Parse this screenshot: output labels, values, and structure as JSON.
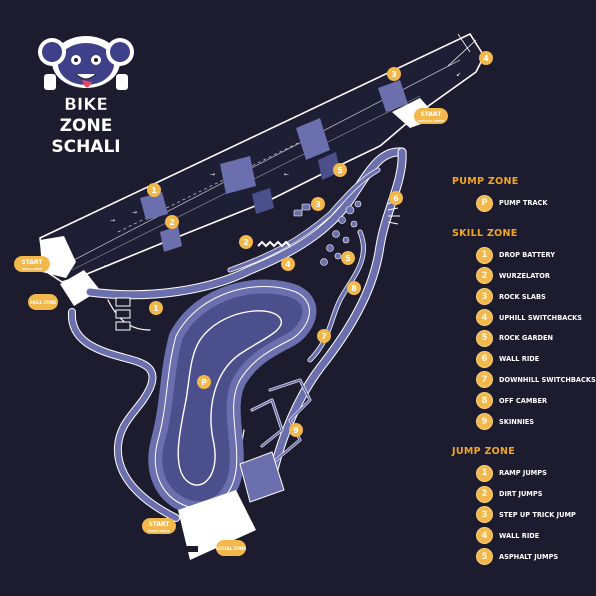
{
  "logo": {
    "line1": "BIKE",
    "line2": "ZONE",
    "line3": "SCHALI"
  },
  "map_labels": {
    "start_top": "START",
    "start_top_sub": "ASPHALT JUMPS",
    "start_left": "START",
    "start_left_sub": "SKILL ZONE",
    "skill_zone": "SKILL ZONE",
    "start_bottom": "START",
    "start_bottom_sub": "PUMP TRACK",
    "social_zone": "SOCIAL ZONE"
  },
  "pump_zone": {
    "title": "PUMP ZONE",
    "items": [
      {
        "badge": "P",
        "label": "PUMP TRACK"
      }
    ]
  },
  "skill_zone": {
    "title": "SKILL ZONE",
    "items": [
      {
        "badge": "1",
        "label": "DROP BATTERY"
      },
      {
        "badge": "2",
        "label": "WURZELATOR"
      },
      {
        "badge": "3",
        "label": "ROCK SLABS"
      },
      {
        "badge": "4",
        "label": "UPHILL SWITCHBACKS"
      },
      {
        "badge": "5",
        "label": "ROCK GARDEN"
      },
      {
        "badge": "6",
        "label": "WALL RIDE"
      },
      {
        "badge": "7",
        "label": "DOWNHILL SWITCHBACKS"
      },
      {
        "badge": "8",
        "label": "OFF CAMBER"
      },
      {
        "badge": "9",
        "label": "SKINNIES"
      }
    ]
  },
  "jump_zone": {
    "title": "JUMP ZONE",
    "items": [
      {
        "badge": "1",
        "label": "RAMP JUMPS"
      },
      {
        "badge": "2",
        "label": "DIRT JUMPS"
      },
      {
        "badge": "3",
        "label": "STEP UP TRICK JUMP"
      },
      {
        "badge": "4",
        "label": "WALL RIDE"
      },
      {
        "badge": "5",
        "label": "ASPHALT JUMPS"
      }
    ]
  },
  "map_markers": {
    "jump_1": "1",
    "jump_2": "2",
    "jump_3": "3",
    "jump_4": "4",
    "jump_5": "5",
    "skill_1": "1",
    "skill_2": "2",
    "skill_3": "3",
    "skill_4": "4",
    "skill_5": "5",
    "skill_6": "6",
    "skill_7": "7",
    "skill_8": "8",
    "skill_9": "9",
    "pump": "P"
  },
  "colors": {
    "background": "#1c1c2e",
    "track": "#6b6fae",
    "track_dark": "#4b4f8c",
    "accent": "#f2b84b",
    "legend_title": "#f5a623",
    "white": "#ffffff"
  },
  "icons": [
    "ram-mascot-icon",
    "ramp-icon",
    "rock-icon"
  ]
}
